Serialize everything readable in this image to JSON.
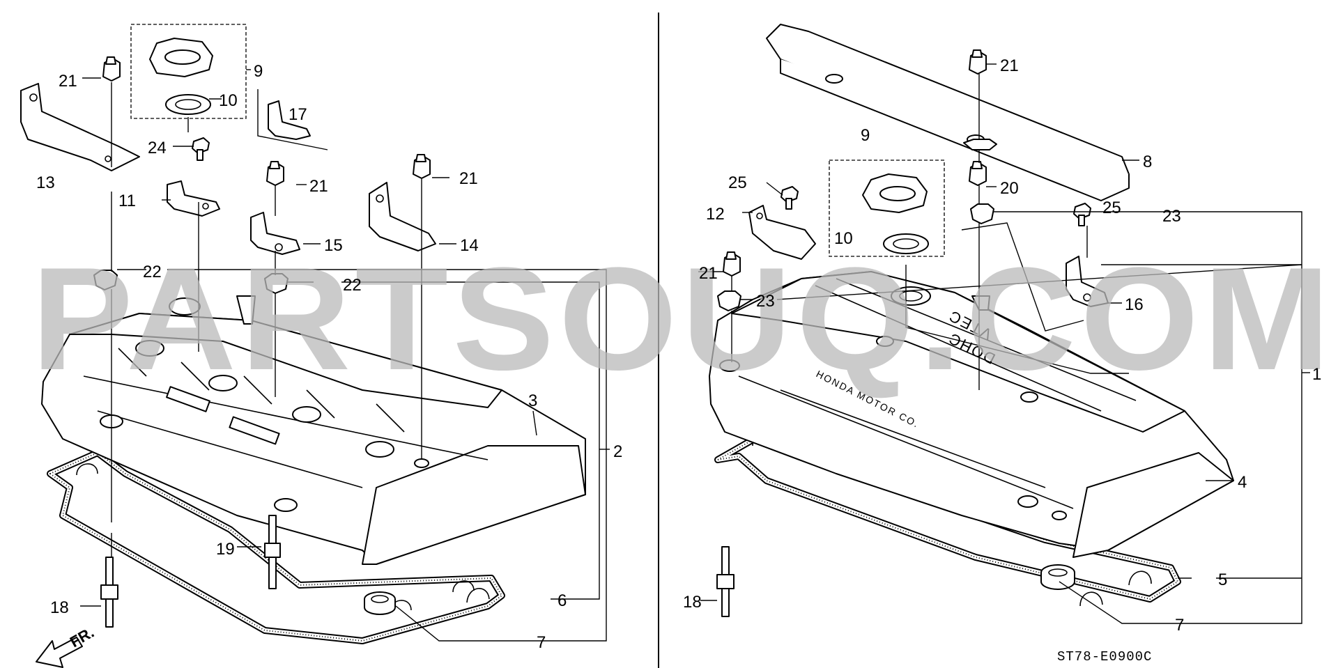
{
  "diagram": {
    "drawing_code": "ST78-E0900C",
    "front_marker": "FR.",
    "watermark": "PARTSOUQ.COM",
    "embossed_text": {
      "brand": "HONDA MOTOR CO.",
      "dohc": "DOHC",
      "vtec": "VTEC"
    },
    "left_callouts": [
      "21",
      "9",
      "10",
      "17",
      "24",
      "13",
      "11",
      "21",
      "21",
      "14",
      "15",
      "22",
      "22",
      "3",
      "2",
      "19",
      "6",
      "18",
      "7"
    ],
    "right_callouts": [
      "21",
      "9",
      "8",
      "25",
      "20",
      "12",
      "10",
      "23",
      "25",
      "21",
      "23",
      "16",
      "1",
      "4",
      "5",
      "18",
      "7"
    ]
  }
}
